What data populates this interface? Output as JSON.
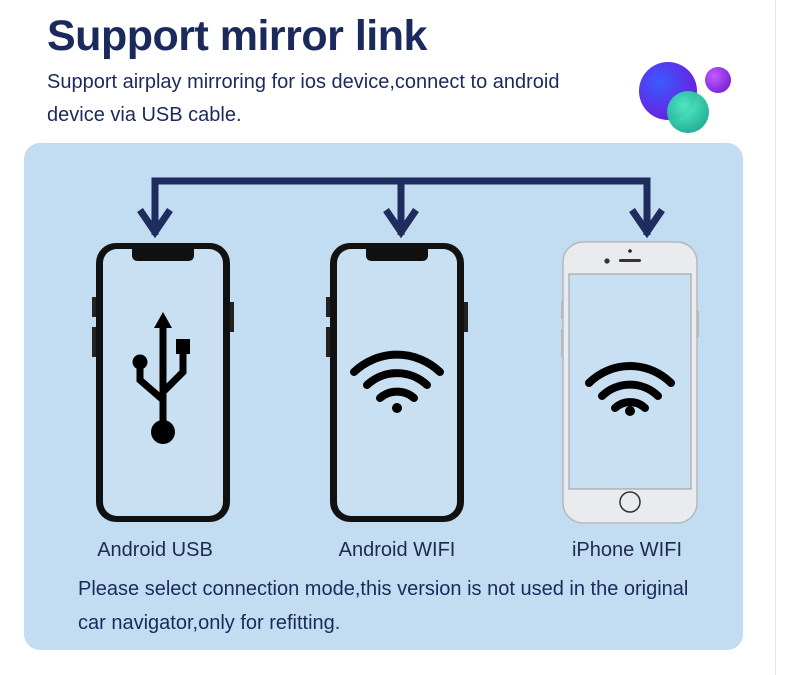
{
  "header": {
    "title": "Support mirror link",
    "subtitle": "Support airplay mirroring for ios device,connect to android device via USB cable."
  },
  "decoration": {
    "icon": "colorful-bubbles-icon",
    "colors": [
      "#5b2cf0",
      "#2fd6a8",
      "#9a3af2"
    ]
  },
  "panel": {
    "background": "#c2dcf1",
    "connector_color": "#1f2d5e"
  },
  "options": [
    {
      "label": "Android USB",
      "icon": "usb-icon",
      "device": "android-phone"
    },
    {
      "label": "Android WIFI",
      "icon": "wifi-icon",
      "device": "android-phone"
    },
    {
      "label": "iPhone WIFI",
      "icon": "wifi-icon",
      "device": "iphone"
    }
  ],
  "note": "Please select connection mode,this version is not used in the original car navigator,only for refitting."
}
